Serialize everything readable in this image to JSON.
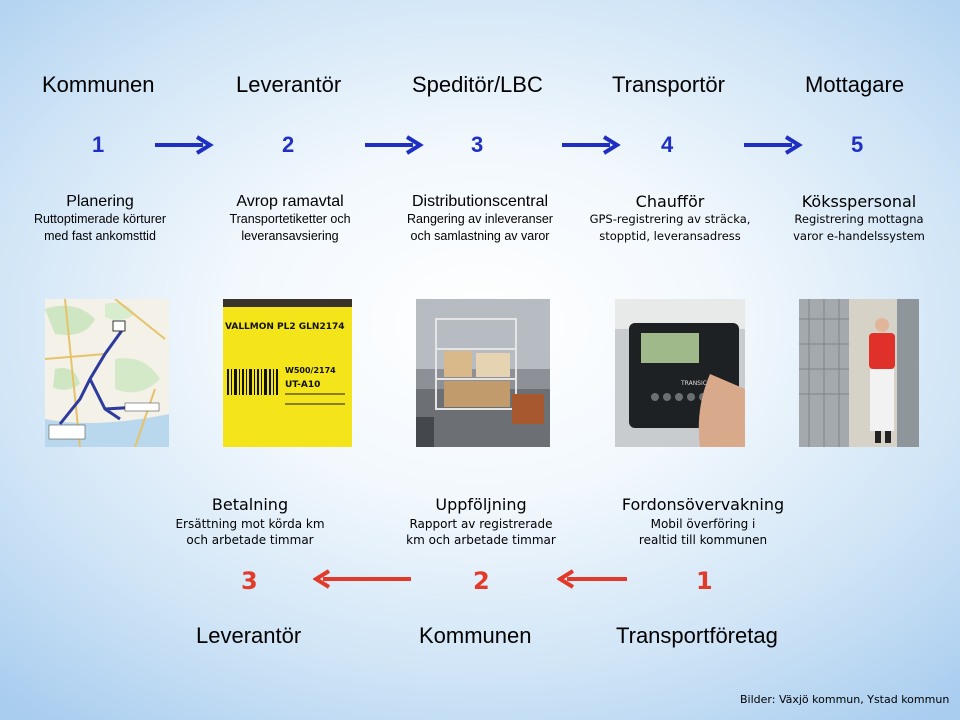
{
  "top_roles": [
    "Kommunen",
    "Leverantör",
    "Speditör/LBC",
    "Transportör",
    "Mottagare"
  ],
  "top_numbers": [
    "1",
    "2",
    "3",
    "4",
    "5"
  ],
  "tasks": [
    {
      "title": "Planering",
      "desc1": "Ruttoptimerade körturer",
      "desc2": "med fast ankomsttid"
    },
    {
      "title": "Avrop ramavtal",
      "desc1": "Transportetiketter och",
      "desc2": "leveransavsiering"
    },
    {
      "title": "Distributionscentral",
      "desc1": "Rangering av inleveranser",
      "desc2": "och samlastning av varor"
    },
    {
      "title": "Chaufför",
      "desc1": "GPS-registrering av sträcka,",
      "desc2": "stopptid, leveransadress"
    },
    {
      "title": "Köksspersonal",
      "desc1": "Registrering mottagna",
      "desc2": "varor e-handelssystem"
    }
  ],
  "photo_text": {
    "label_line1": "VALLMON PL2 GLN2174",
    "label_line2": "W500/2174",
    "label_line3": "UT-A10",
    "device_brand": "TRANSICOLD"
  },
  "bottom_tasks": [
    {
      "title": "Betalning",
      "desc1": "Ersättning mot körda km",
      "desc2": "och arbetade timmar"
    },
    {
      "title": "Uppföljning",
      "desc1": "Rapport av registrerade",
      "desc2": "km och arbetade timmar"
    },
    {
      "title": "Fordonsövervakning",
      "desc1": "Mobil överföring i",
      "desc2": "realtid till kommunen"
    }
  ],
  "bottom_numbers": [
    "3",
    "2",
    "1"
  ],
  "bottom_roles": [
    "Leverantör",
    "Kommunen",
    "Transportföretag"
  ],
  "credit": "Bilder: Växjö kommun, Ystad kommun",
  "colors": {
    "forward_arrow": "#1f2fc2",
    "back_arrow": "#e23a2a",
    "label_yellow": "#f3e51a"
  }
}
